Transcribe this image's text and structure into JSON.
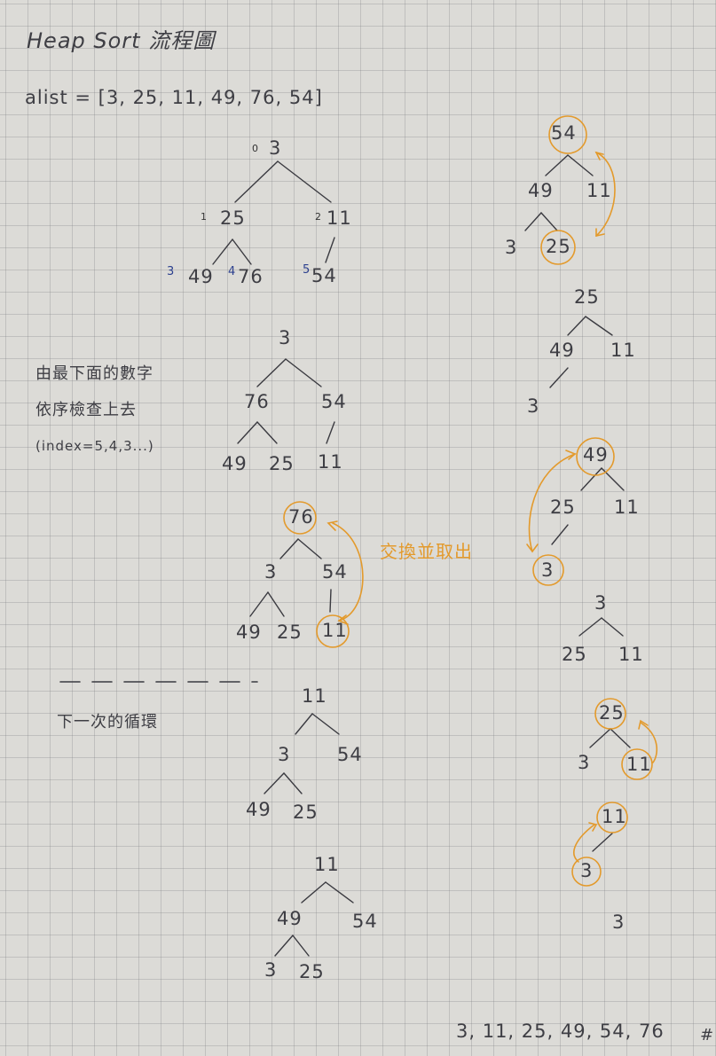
{
  "title": "Heap Sort 流程圖",
  "array_line": "alist = [3, 25, 11, 49, 76, 54]",
  "tree1": {
    "n0": "3",
    "n1": "25",
    "n2": "11",
    "n3": "49",
    "n4": "76",
    "n5": "54",
    "i0": "0",
    "i1": "1",
    "i2": "2",
    "i3": "3",
    "i4": "4",
    "i5": "5"
  },
  "note1": [
    "由最下面的數字",
    "依序檢查上去",
    "(index=5,4,3...)"
  ],
  "tree2": {
    "n0": "3",
    "n1": "76",
    "n2": "54",
    "n3": "49",
    "n4": "25",
    "n5": "11"
  },
  "tree3": {
    "n0": "76",
    "n1": "3",
    "n2": "54",
    "n3": "49",
    "n4": "25",
    "n5": "11"
  },
  "swap_note": "交換並取出",
  "next_loop": "下一次的循環",
  "tree4": {
    "n0": "11",
    "n1": "3",
    "n2": "54",
    "n3": "49",
    "n4": "25"
  },
  "tree5": {
    "n0": "11",
    "n1": "49",
    "n2": "54",
    "n3": "3",
    "n4": "25"
  },
  "r1": {
    "n0": "54",
    "n1": "49",
    "n2": "11",
    "n3": "3",
    "n4": "25"
  },
  "r2": {
    "n0": "25",
    "n1": "49",
    "n2": "11",
    "n3": "3"
  },
  "r3": {
    "n0": "49",
    "n1": "25",
    "n2": "11",
    "n3": "3"
  },
  "r4": {
    "n0": "3",
    "n1": "25",
    "n2": "11"
  },
  "r5": {
    "n0": "25",
    "n1": "3",
    "n2": "11"
  },
  "r6": {
    "n0": "11",
    "n1": "3"
  },
  "r7": {
    "n0": "3"
  },
  "result": "3, 11, 25, 49, 54, 76",
  "end_mark": "#",
  "colors": {
    "ink": "#3e3e44",
    "highlight": "#e39a2c",
    "index_blue": "#2b3f8e",
    "paper": "#dcdbd7"
  }
}
